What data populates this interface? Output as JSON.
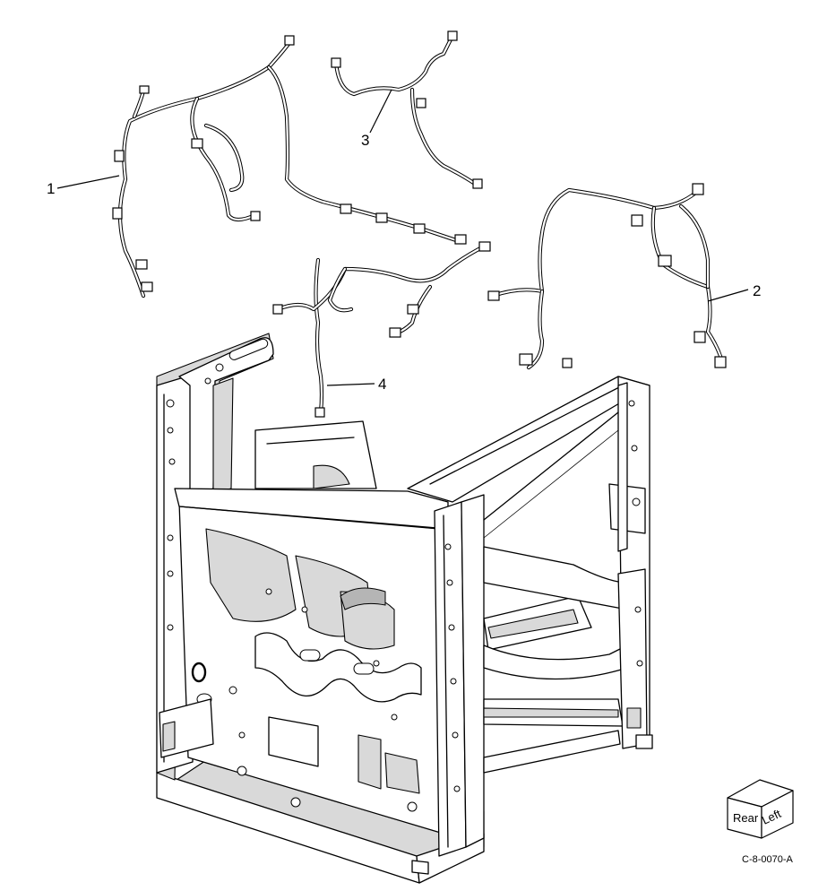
{
  "callouts": [
    {
      "id": "1",
      "label": "1"
    },
    {
      "id": "2",
      "label": "2"
    },
    {
      "id": "3",
      "label": "3"
    },
    {
      "id": "4",
      "label": "4"
    }
  ],
  "orientation": {
    "rear": "Rear",
    "left": "Left"
  },
  "figure_code": "C-8-0070-A"
}
